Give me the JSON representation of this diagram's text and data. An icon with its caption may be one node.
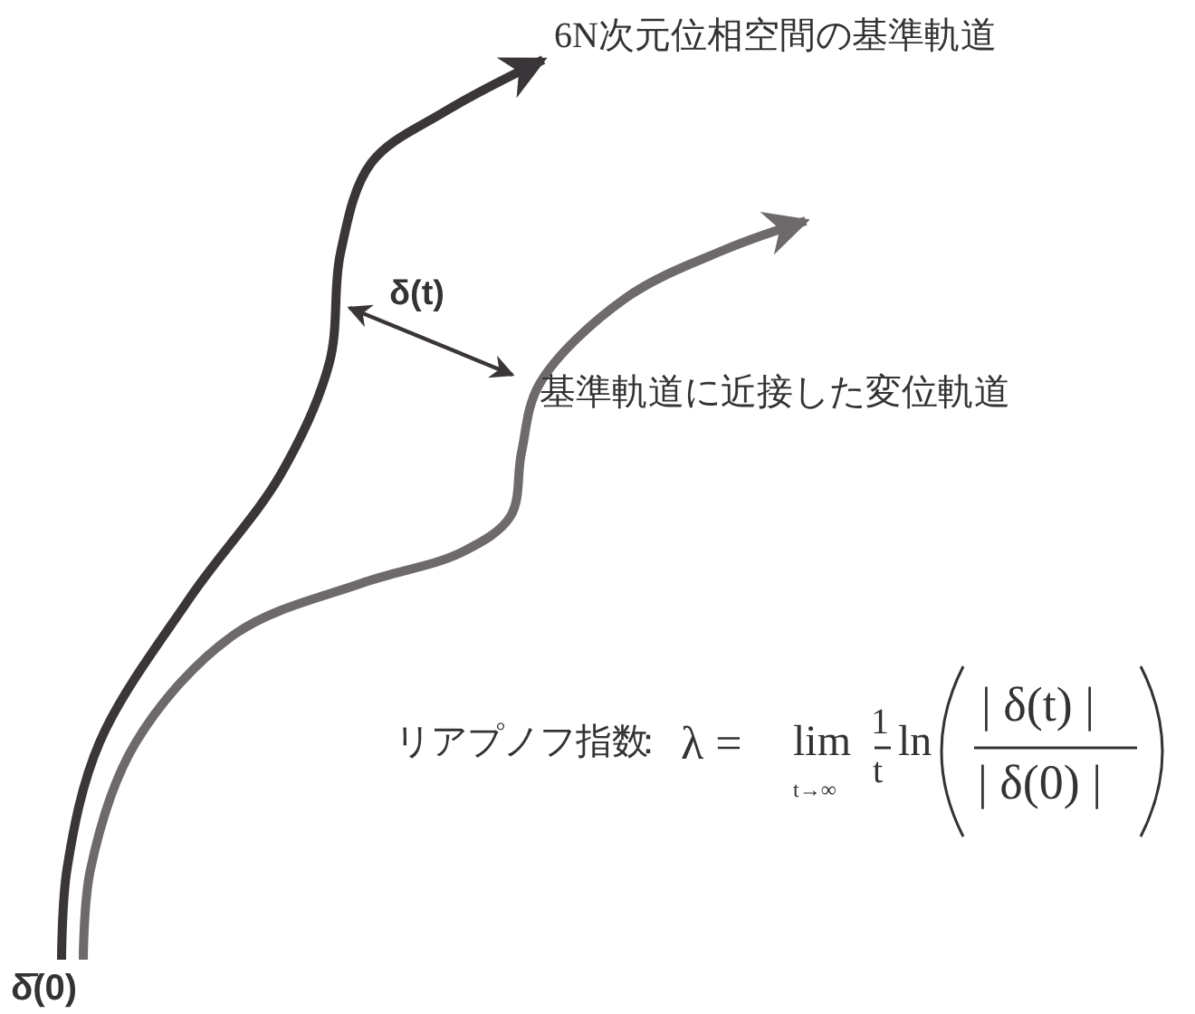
{
  "diagram": {
    "labels": [
      "6N次元位相空間の基準軌道",
      "δ(t)",
      "基準軌道に近接した変位軌道",
      "リアプノフ指数",
      "：",
      "λ =",
      "lim",
      "t→∞",
      "1",
      "t",
      "ln",
      "| δ(t) |",
      "| δ(0) |",
      "δ̄(0)"
    ]
  }
}
